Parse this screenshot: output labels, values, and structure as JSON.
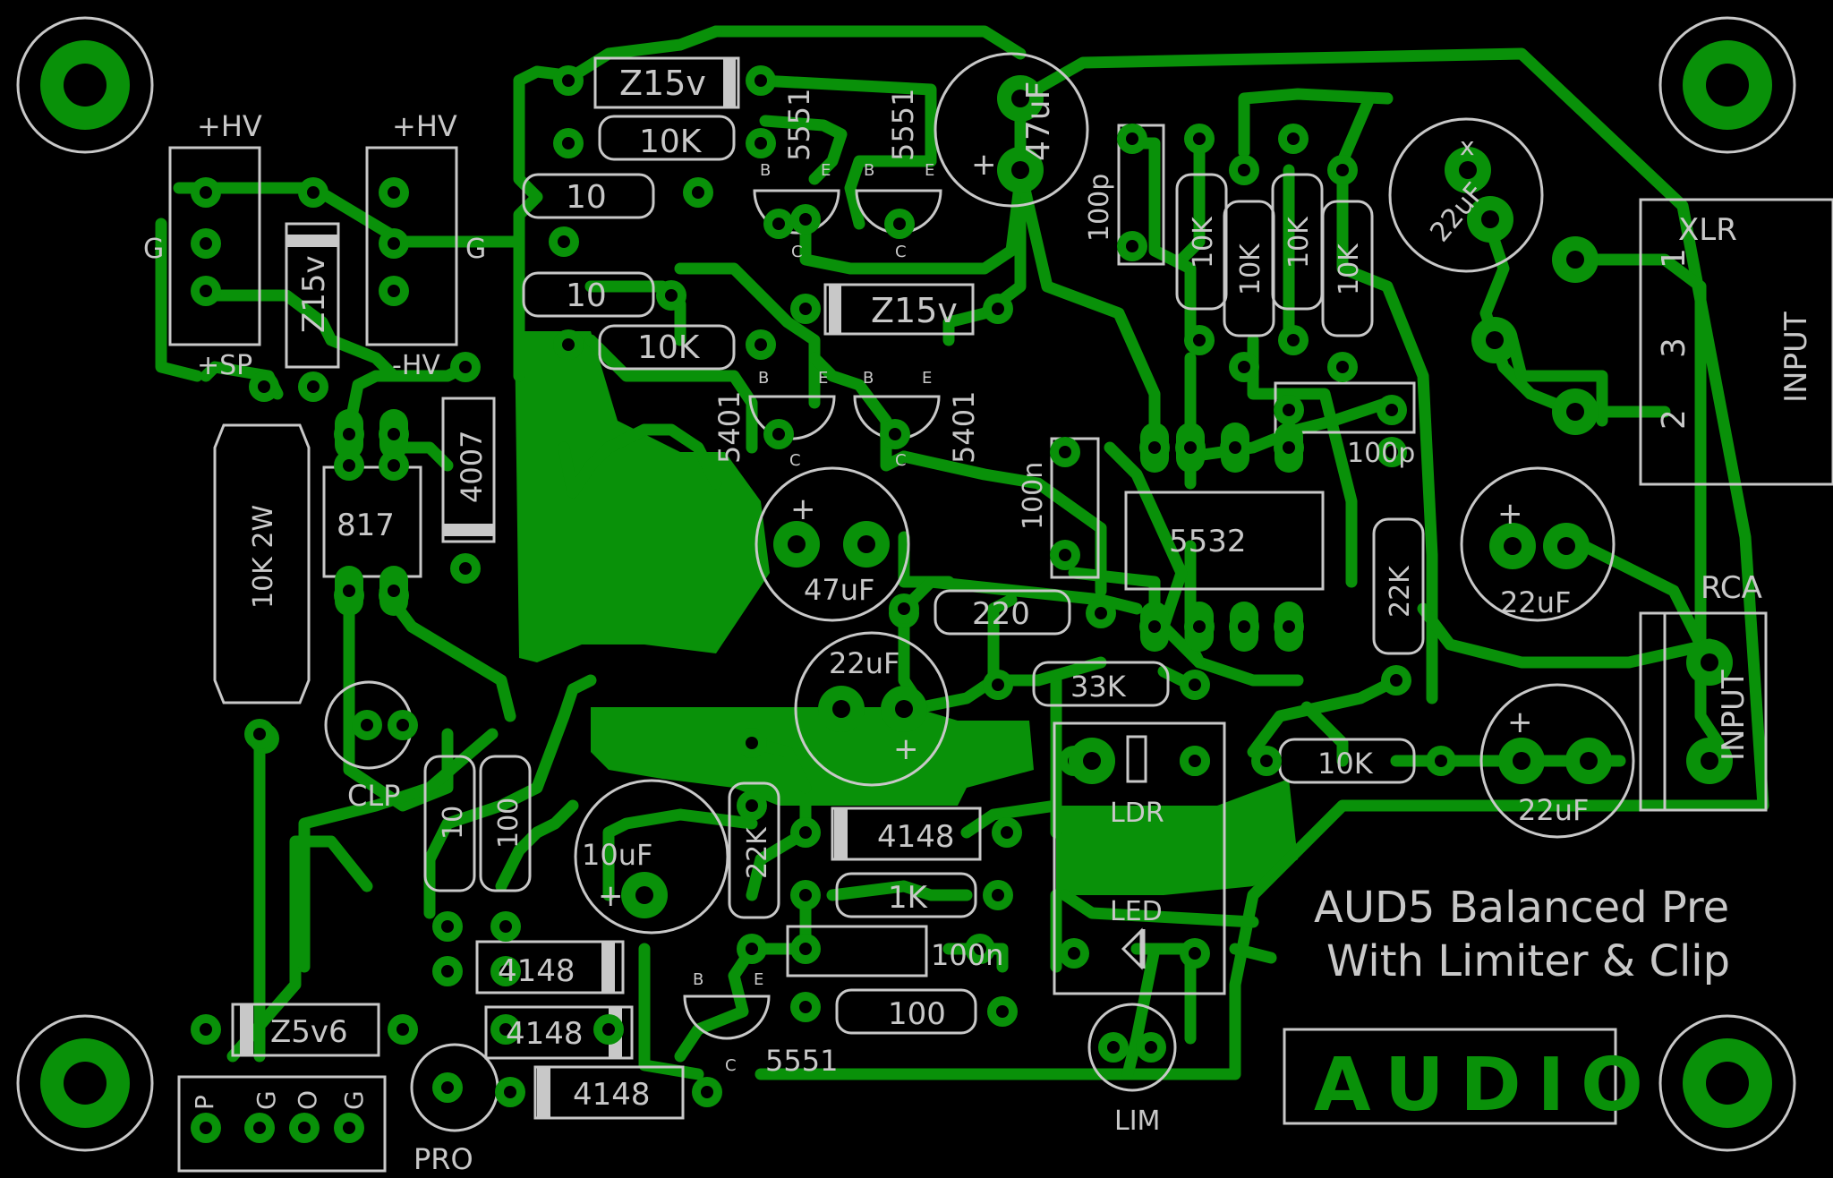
{
  "board": {
    "title_line1": "AUD5 Balanced Pre",
    "title_line2": "With Limiter & Clip",
    "logo_text": "AUDIO",
    "colors": {
      "background": "#000000",
      "copper": "#099109",
      "silkscreen": "#c8c8c8"
    }
  },
  "components": [
    {
      "id": "z1",
      "label": "Z15v"
    },
    {
      "id": "r1",
      "label": "10K"
    },
    {
      "id": "q1",
      "label": "5551"
    },
    {
      "id": "q2",
      "label": "5551"
    },
    {
      "id": "c1",
      "label": "47uF"
    },
    {
      "id": "r2",
      "label": "10"
    },
    {
      "id": "r3",
      "label": "10"
    },
    {
      "id": "z2",
      "label": "Z15v"
    },
    {
      "id": "r4",
      "label": "10K"
    },
    {
      "id": "z3",
      "label": "Z15v"
    },
    {
      "id": "q3",
      "label": "5401"
    },
    {
      "id": "q4",
      "label": "5401"
    },
    {
      "id": "d1",
      "label": "4007"
    },
    {
      "id": "u1",
      "label": "817"
    },
    {
      "id": "r5",
      "label": "10K 2W"
    },
    {
      "id": "c2",
      "label": "47uF"
    },
    {
      "id": "c3",
      "label": "100n"
    },
    {
      "id": "u2",
      "label": "5532"
    },
    {
      "id": "c4",
      "label": "100p"
    },
    {
      "id": "c5",
      "label": "100p"
    },
    {
      "id": "r6",
      "label": "10K"
    },
    {
      "id": "r7",
      "label": "10K"
    },
    {
      "id": "r8",
      "label": "10K"
    },
    {
      "id": "r9",
      "label": "10K"
    },
    {
      "id": "c6",
      "label": "22uF"
    },
    {
      "id": "c7",
      "label": "22uF"
    },
    {
      "id": "r10",
      "label": "22K"
    },
    {
      "id": "r11",
      "label": "220"
    },
    {
      "id": "r12",
      "label": "33K"
    },
    {
      "id": "c8",
      "label": "22uF"
    },
    {
      "id": "r13",
      "label": "10K"
    },
    {
      "id": "c9",
      "label": "22uF"
    },
    {
      "id": "ldr",
      "label": "LDR"
    },
    {
      "id": "led",
      "label": "LED"
    },
    {
      "id": "lim",
      "label": "LIM"
    },
    {
      "id": "clp",
      "label": "CLP"
    },
    {
      "id": "r14",
      "label": "10"
    },
    {
      "id": "r15",
      "label": "100"
    },
    {
      "id": "c10",
      "label": "10uF"
    },
    {
      "id": "r16",
      "label": "22K"
    },
    {
      "id": "d2",
      "label": "4148"
    },
    {
      "id": "r17",
      "label": "1K"
    },
    {
      "id": "c11",
      "label": "100n"
    },
    {
      "id": "d3",
      "label": "4148"
    },
    {
      "id": "d4",
      "label": "4148"
    },
    {
      "id": "d5",
      "label": "4148"
    },
    {
      "id": "q5",
      "label": "5551"
    },
    {
      "id": "r18",
      "label": "100"
    },
    {
      "id": "z4",
      "label": "Z5v6"
    },
    {
      "id": "pro",
      "label": "PRO"
    }
  ],
  "connectors": {
    "hv1": {
      "top": "+HV",
      "side": "G",
      "bottom": "+SP"
    },
    "hv2": {
      "top": "+HV",
      "side": "G",
      "bottom": "-HV"
    },
    "xlr": {
      "name": "XLR",
      "pins": [
        "1",
        "3",
        "2"
      ],
      "caption": "INPUT"
    },
    "rca": {
      "name": "RCA",
      "caption": "INPUT"
    },
    "out": {
      "pins": [
        "P",
        "G",
        "O",
        "G"
      ]
    }
  },
  "transistor_pins": {
    "b": "B",
    "e": "E",
    "c": "C"
  },
  "cap_polarity": {
    "plus": "+",
    "mark": "x"
  }
}
